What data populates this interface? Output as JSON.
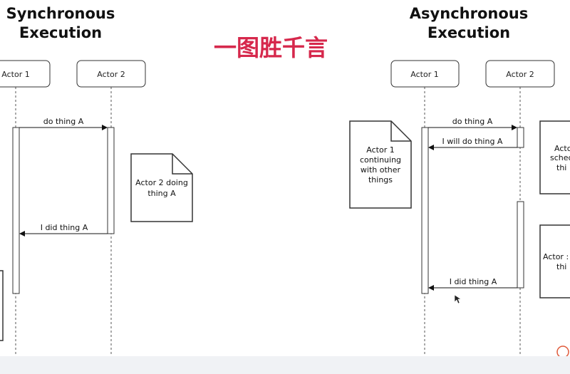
{
  "banner": "一图胜千言",
  "sync": {
    "title_line1": "Synchronous",
    "title_line2": "Execution",
    "actor1": "Actor 1",
    "actor2": "Actor 2",
    "msg_request": "do thing A",
    "msg_reply": "I did thing A",
    "note_line1": "Actor 2 doing",
    "note_line2": "thing A"
  },
  "async": {
    "title_line1": "Asynchronous",
    "title_line2": "Execution",
    "actor1": "Actor 1",
    "actor2": "Actor 2",
    "msg_request": "do thing A",
    "msg_ack": "I will do thing A",
    "msg_reply": "I did thing A",
    "note_left_line1": "Actor 1",
    "note_left_line2": "continuing",
    "note_left_line3": "with other",
    "note_left_line4": "things",
    "note_right_top_line1": "Actc",
    "note_right_top_line2": "schec",
    "note_right_top_line3": "thi",
    "note_right_bottom_line1": "Actor :",
    "note_right_bottom_line2": "thi"
  }
}
